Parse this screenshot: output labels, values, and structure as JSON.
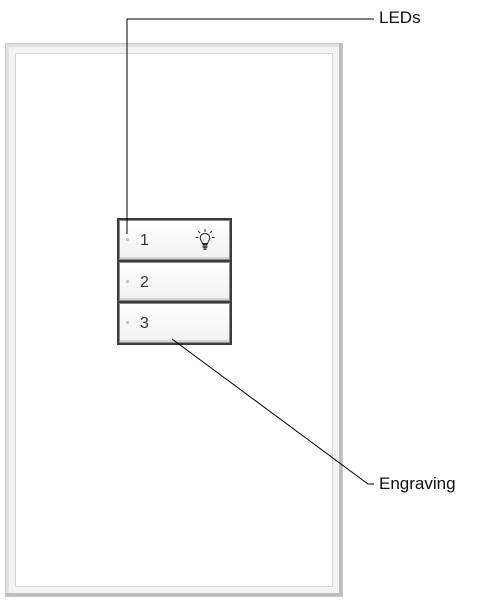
{
  "callouts": {
    "leds": "LEDs",
    "engraving": "Engraving"
  },
  "keypad": {
    "buttons": [
      {
        "engraving": "1",
        "icon": "light-bulb-icon"
      },
      {
        "engraving": "2"
      },
      {
        "engraving": "3"
      }
    ]
  },
  "colors": {
    "keypad_frame": "#3c3c3c",
    "wallplate_edge": "#bdbdbd",
    "led": "#c4c4c4",
    "callout_line": "#000000"
  }
}
